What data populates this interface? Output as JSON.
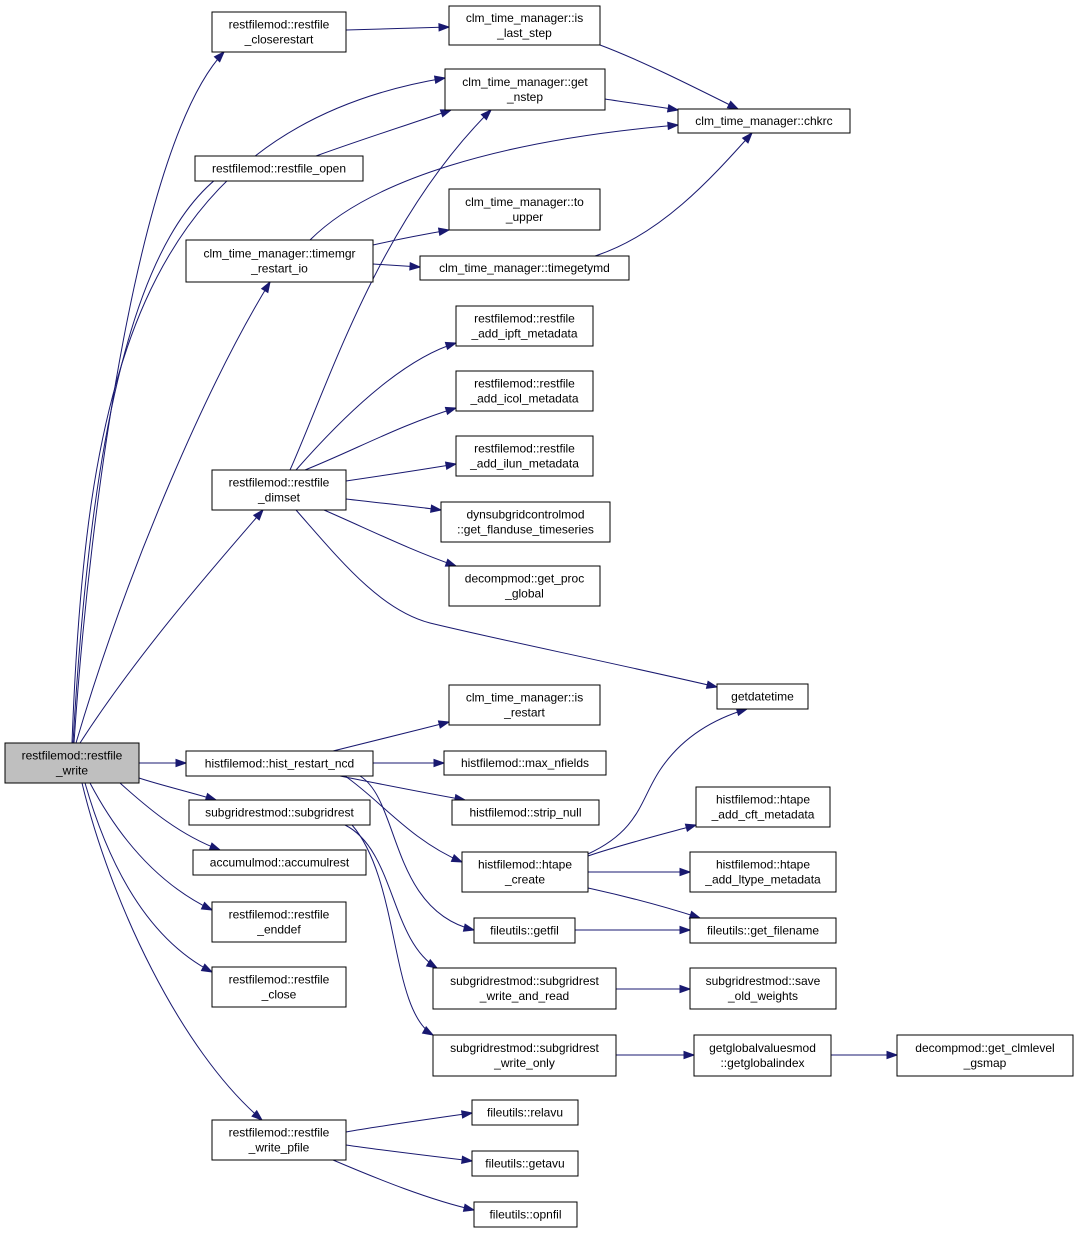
{
  "colors": {
    "edge": "#191970",
    "root_fill": "#bfbfbf",
    "node_fill": "#ffffff",
    "node_border": "#000000"
  },
  "nodes": [
    {
      "id": "restfile_write",
      "lines": [
        "restfilemod::restfile",
        "_write"
      ],
      "root": true
    },
    {
      "id": "restfile_closerestart",
      "lines": [
        "restfilemod::restfile",
        "_closerestart"
      ]
    },
    {
      "id": "is_last_step",
      "lines": [
        "clm_time_manager::is",
        "_last_step"
      ]
    },
    {
      "id": "get_nstep",
      "lines": [
        "clm_time_manager::get",
        "_nstep"
      ]
    },
    {
      "id": "chkrc",
      "lines": [
        "clm_time_manager::chkrc"
      ]
    },
    {
      "id": "restfile_open",
      "lines": [
        "restfilemod::restfile_open"
      ]
    },
    {
      "id": "to_upper",
      "lines": [
        "clm_time_manager::to",
        "_upper"
      ]
    },
    {
      "id": "timemgr_restart_io",
      "lines": [
        "clm_time_manager::timemgr",
        "_restart_io"
      ]
    },
    {
      "id": "timegetymd",
      "lines": [
        "clm_time_manager::timegetymd"
      ]
    },
    {
      "id": "add_ipft_metadata",
      "lines": [
        "restfilemod::restfile",
        "_add_ipft_metadata"
      ]
    },
    {
      "id": "add_icol_metadata",
      "lines": [
        "restfilemod::restfile",
        "_add_icol_metadata"
      ]
    },
    {
      "id": "add_ilun_metadata",
      "lines": [
        "restfilemod::restfile",
        "_add_ilun_metadata"
      ]
    },
    {
      "id": "restfile_dimset",
      "lines": [
        "restfilemod::restfile",
        "_dimset"
      ]
    },
    {
      "id": "get_flanduse_timeseries",
      "lines": [
        "dynsubgridcontrolmod",
        "::get_flanduse_timeseries"
      ]
    },
    {
      "id": "get_proc_global",
      "lines": [
        "decompmod::get_proc",
        "_global"
      ]
    },
    {
      "id": "getdatetime",
      "lines": [
        "getdatetime"
      ]
    },
    {
      "id": "is_restart",
      "lines": [
        "clm_time_manager::is",
        "_restart"
      ]
    },
    {
      "id": "hist_restart_ncd",
      "lines": [
        "histfilemod::hist_restart_ncd"
      ]
    },
    {
      "id": "max_nfields",
      "lines": [
        "histfilemod::max_nfields"
      ]
    },
    {
      "id": "subgridrest",
      "lines": [
        "subgridrestmod::subgridrest"
      ]
    },
    {
      "id": "strip_null",
      "lines": [
        "histfilemod::strip_null"
      ]
    },
    {
      "id": "htape_add_cft_metadata",
      "lines": [
        "histfilemod::htape",
        "_add_cft_metadata"
      ]
    },
    {
      "id": "accumulrest",
      "lines": [
        "accumulmod::accumulrest"
      ]
    },
    {
      "id": "htape_create",
      "lines": [
        "histfilemod::htape",
        "_create"
      ]
    },
    {
      "id": "htape_add_ltype_metadata",
      "lines": [
        "histfilemod::htape",
        "_add_ltype_metadata"
      ]
    },
    {
      "id": "restfile_enddef",
      "lines": [
        "restfilemod::restfile",
        "_enddef"
      ]
    },
    {
      "id": "getfil",
      "lines": [
        "fileutils::getfil"
      ]
    },
    {
      "id": "get_filename",
      "lines": [
        "fileutils::get_filename"
      ]
    },
    {
      "id": "restfile_close",
      "lines": [
        "restfilemod::restfile",
        "_close"
      ]
    },
    {
      "id": "subgridrest_write_and_read",
      "lines": [
        "subgridrestmod::subgridrest",
        "_write_and_read"
      ]
    },
    {
      "id": "save_old_weights",
      "lines": [
        "subgridrestmod::save",
        "_old_weights"
      ]
    },
    {
      "id": "subgridrest_write_only",
      "lines": [
        "subgridrestmod::subgridrest",
        "_write_only"
      ]
    },
    {
      "id": "getglobalindex",
      "lines": [
        "getglobalvaluesmod",
        "::getglobalindex"
      ]
    },
    {
      "id": "get_clmlevel_gsmap",
      "lines": [
        "decompmod::get_clmlevel",
        "_gsmap"
      ]
    },
    {
      "id": "restfile_write_pfile",
      "lines": [
        "restfilemod::restfile",
        "_write_pfile"
      ]
    },
    {
      "id": "relavu",
      "lines": [
        "fileutils::relavu"
      ]
    },
    {
      "id": "getavu",
      "lines": [
        "fileutils::getavu"
      ]
    },
    {
      "id": "opnfil",
      "lines": [
        "fileutils::opnfil"
      ]
    }
  ],
  "edges": [
    [
      "restfile_write",
      "restfile_closerestart"
    ],
    [
      "restfile_write",
      "get_nstep"
    ],
    [
      "restfile_write",
      "restfile_open"
    ],
    [
      "restfile_write",
      "timemgr_restart_io"
    ],
    [
      "restfile_write",
      "restfile_dimset"
    ],
    [
      "restfile_write",
      "hist_restart_ncd"
    ],
    [
      "restfile_write",
      "subgridrest"
    ],
    [
      "restfile_write",
      "accumulrest"
    ],
    [
      "restfile_write",
      "restfile_enddef"
    ],
    [
      "restfile_write",
      "restfile_close"
    ],
    [
      "restfile_write",
      "restfile_write_pfile"
    ],
    [
      "restfile_closerestart",
      "is_last_step"
    ],
    [
      "is_last_step",
      "chkrc"
    ],
    [
      "get_nstep",
      "chkrc"
    ],
    [
      "restfile_open",
      "get_nstep"
    ],
    [
      "timemgr_restart_io",
      "chkrc"
    ],
    [
      "timemgr_restart_io",
      "to_upper"
    ],
    [
      "timemgr_restart_io",
      "timegetymd"
    ],
    [
      "timegetymd",
      "chkrc"
    ],
    [
      "restfile_dimset",
      "get_nstep"
    ],
    [
      "restfile_dimset",
      "add_ipft_metadata"
    ],
    [
      "restfile_dimset",
      "add_icol_metadata"
    ],
    [
      "restfile_dimset",
      "add_ilun_metadata"
    ],
    [
      "restfile_dimset",
      "get_flanduse_timeseries"
    ],
    [
      "restfile_dimset",
      "get_proc_global"
    ],
    [
      "restfile_dimset",
      "getdatetime"
    ],
    [
      "hist_restart_ncd",
      "is_restart"
    ],
    [
      "hist_restart_ncd",
      "max_nfields"
    ],
    [
      "hist_restart_ncd",
      "strip_null"
    ],
    [
      "hist_restart_ncd",
      "htape_create"
    ],
    [
      "hist_restart_ncd",
      "getfil"
    ],
    [
      "htape_create",
      "getdatetime"
    ],
    [
      "htape_create",
      "htape_add_cft_metadata"
    ],
    [
      "htape_create",
      "htape_add_ltype_metadata"
    ],
    [
      "htape_create",
      "get_filename"
    ],
    [
      "getfil",
      "get_filename"
    ],
    [
      "subgridrest",
      "subgridrest_write_and_read"
    ],
    [
      "subgridrest",
      "subgridrest_write_only"
    ],
    [
      "subgridrest_write_and_read",
      "save_old_weights"
    ],
    [
      "subgridrest_write_only",
      "getglobalindex"
    ],
    [
      "getglobalindex",
      "get_clmlevel_gsmap"
    ],
    [
      "restfile_write_pfile",
      "relavu"
    ],
    [
      "restfile_write_pfile",
      "getavu"
    ],
    [
      "restfile_write_pfile",
      "opnfil"
    ]
  ]
}
